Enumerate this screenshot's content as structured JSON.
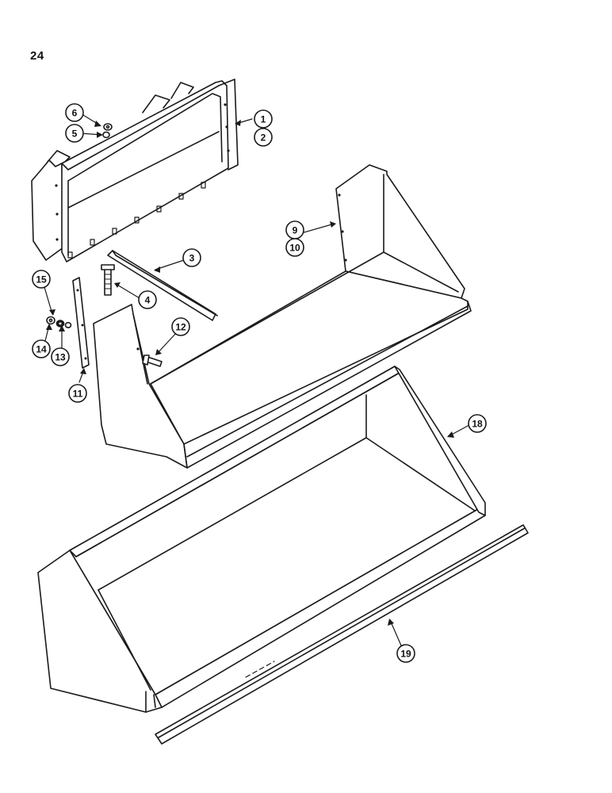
{
  "page": {
    "number": "24"
  },
  "callouts": {
    "c1": "1",
    "c2": "2",
    "c3": "3",
    "c4": "4",
    "c5": "5",
    "c6": "6",
    "c9": "9",
    "c10": "10",
    "c11": "11",
    "c12": "12",
    "c13": "13",
    "c14": "14",
    "c15": "15",
    "c18": "18",
    "c19": "19"
  },
  "colors": {
    "line": "#1a1a1a",
    "paper": "#ffffff"
  }
}
